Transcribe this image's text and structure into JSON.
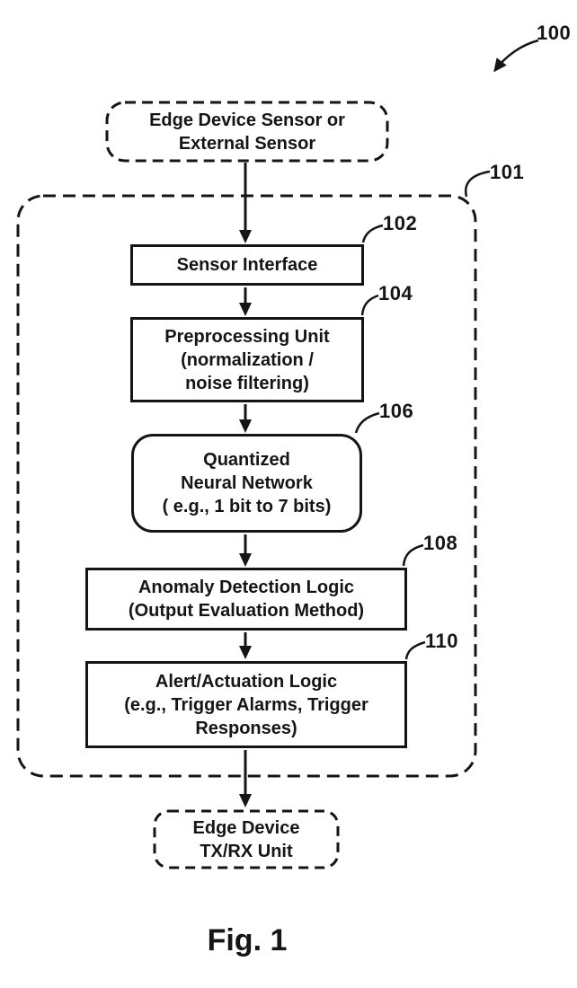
{
  "figure": {
    "caption": "Fig. 1"
  },
  "refs": {
    "r100": "100",
    "r101": "101",
    "r102": "102",
    "r104": "104",
    "r106": "106",
    "r108": "108",
    "r110": "110"
  },
  "nodes": {
    "external_sensor": {
      "label": "Edge Device Sensor or\nExternal Sensor"
    },
    "sensor_interface": {
      "label": "Sensor Interface"
    },
    "preprocessing": {
      "label": "Preprocessing Unit\n(normalization /\nnoise filtering)"
    },
    "quantized_nn": {
      "label": "Quantized\nNeural Network\n( e.g., 1 bit to 7 bits)"
    },
    "anomaly_detection": {
      "label": "Anomaly Detection Logic\n(Output Evaluation Method)"
    },
    "alert_actuation": {
      "label": "Alert/Actuation Logic\n(e.g., Trigger Alarms, Trigger\nResponses)"
    },
    "txrx": {
      "label": "Edge Device\nTX/RX Unit"
    }
  },
  "colors": {
    "line": "#151515",
    "background": "#ffffff"
  }
}
